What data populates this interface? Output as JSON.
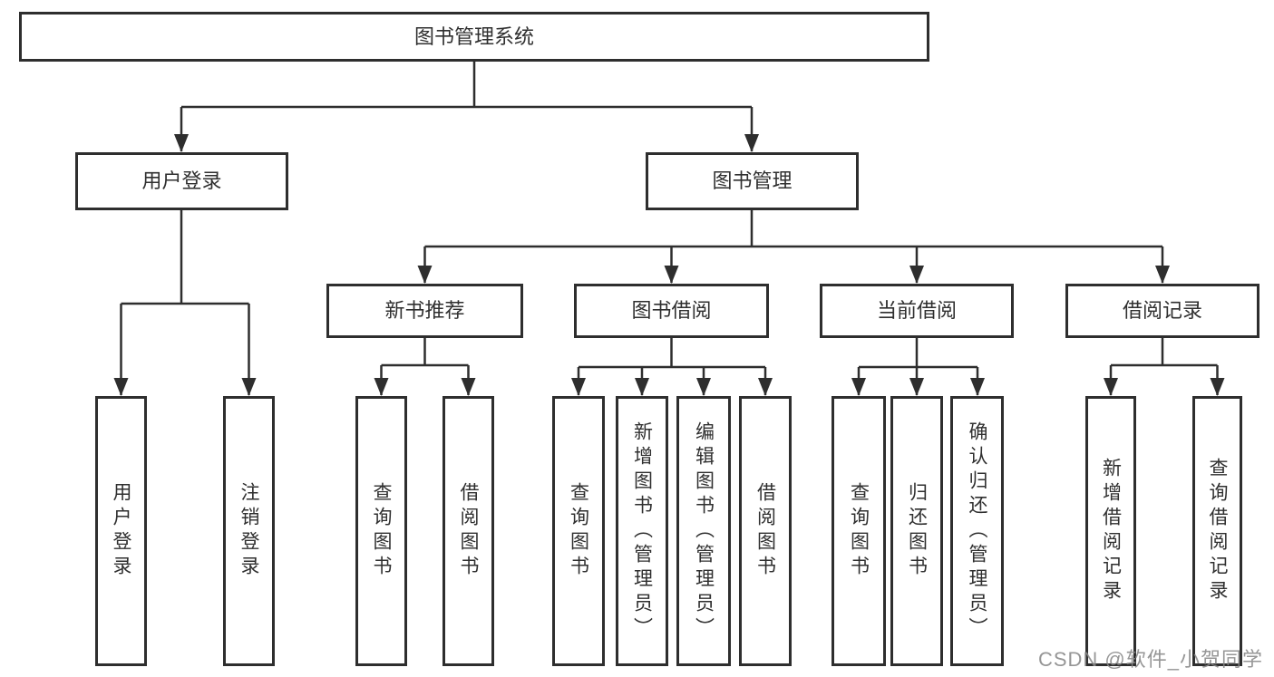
{
  "watermark": {
    "text": "CSDN @软件_小贺同学"
  },
  "colors": {
    "line": "#2e2e2e",
    "text": "#2f2f2f",
    "box_background": "#ffffff",
    "page_background": "#ffffff",
    "watermark": "#878787"
  },
  "tree": {
    "label": "图书管理系统",
    "children": [
      {
        "label": "用户登录",
        "children": [
          {
            "label": "用户登录"
          },
          {
            "label": "注销登录"
          }
        ]
      },
      {
        "label": "图书管理",
        "children": [
          {
            "label": "新书推荐",
            "children": [
              {
                "label": "查询图书"
              },
              {
                "label": "借阅图书"
              }
            ]
          },
          {
            "label": "图书借阅",
            "children": [
              {
                "label": "查询图书"
              },
              {
                "label": "新增图书（管理员）"
              },
              {
                "label": "编辑图书（管理员）"
              },
              {
                "label": "借阅图书"
              }
            ]
          },
          {
            "label": "当前借阅",
            "children": [
              {
                "label": "查询图书"
              },
              {
                "label": "归还图书"
              },
              {
                "label": "确认归还（管理员）"
              }
            ]
          },
          {
            "label": "借阅记录",
            "children": [
              {
                "label": "新增借阅记录"
              },
              {
                "label": "查询借阅记录"
              }
            ]
          }
        ]
      }
    ]
  }
}
